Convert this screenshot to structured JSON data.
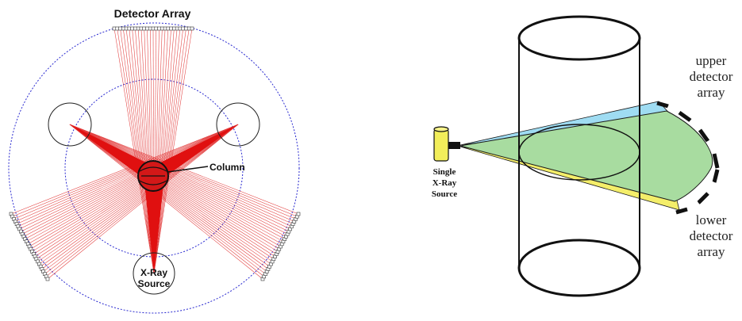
{
  "left_panel": {
    "title": "Detector Array",
    "column_label": "Column",
    "source_label": [
      "X-Ray",
      "Source"
    ]
  },
  "right_panel": {
    "upper_label": [
      "upper",
      "detector",
      "array"
    ],
    "lower_label": [
      "lower",
      "detector",
      "array"
    ],
    "source_label": [
      "Single",
      "X-Ray",
      "Source"
    ]
  },
  "colors": {
    "beam_red": "#e01010",
    "fan_line": "#e23a3a",
    "guide_circle": "#2020c8",
    "upper_fan": "#9fdcf2",
    "middle_fan": "#a8dca0",
    "lower_fan": "#f4ee6a",
    "source_body": "#f2ee5a"
  }
}
